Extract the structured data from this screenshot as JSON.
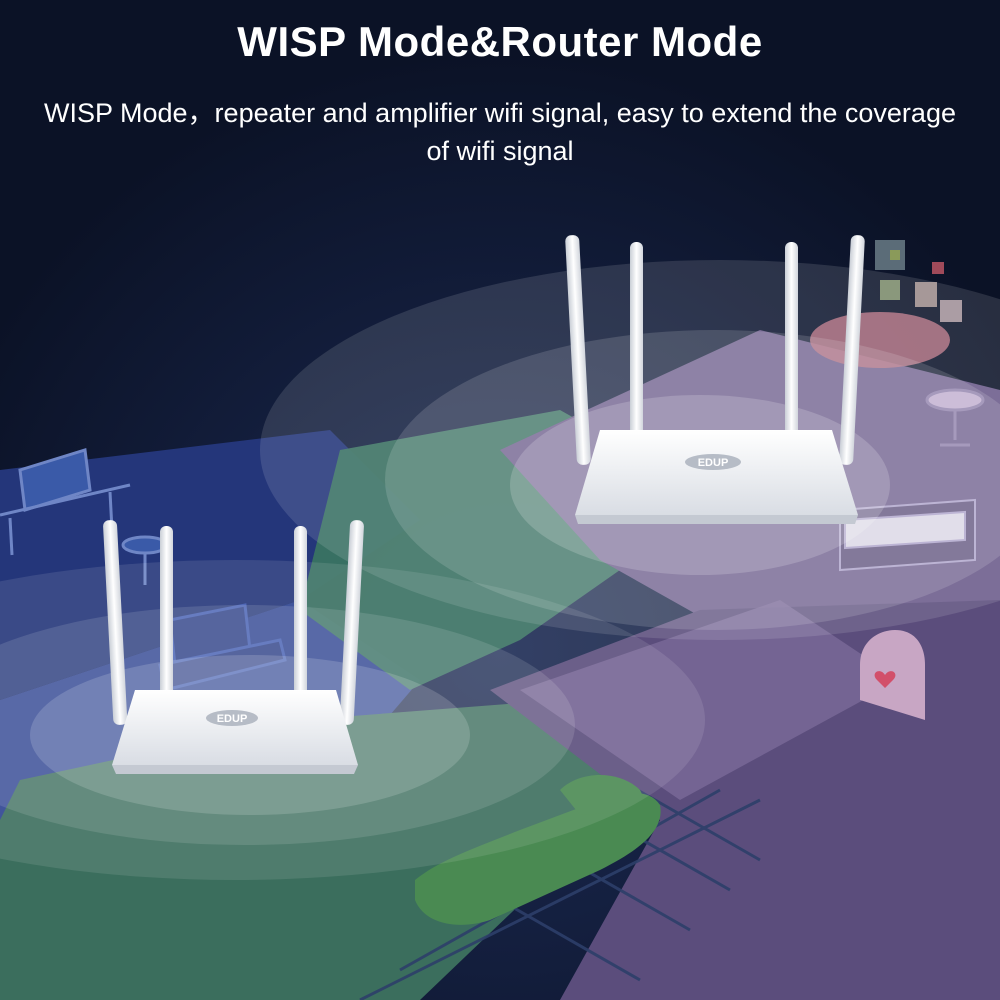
{
  "header": {
    "title": "WISP Mode&Router Mode",
    "subtitle": "WISP Mode，repeater and amplifier wifi signal, easy to extend the coverage of wifi signal"
  },
  "routers": [
    {
      "brand_label": "EDUP"
    },
    {
      "brand_label": "EDUP"
    }
  ],
  "colors": {
    "background": "#0c1328",
    "floor_blue": "#2a3f86",
    "floor_green": "#3e7a62",
    "floor_purple": "#6a5a8c",
    "router_white": "#f2f4f7",
    "signal_white": "#ffffff"
  },
  "icons": [
    "desk-computer-icon",
    "chair-icon",
    "sofa-icon",
    "piano-icon",
    "round-table-icon",
    "door-heart-icon",
    "bathtub-icon",
    "picture-frames-icon"
  ]
}
